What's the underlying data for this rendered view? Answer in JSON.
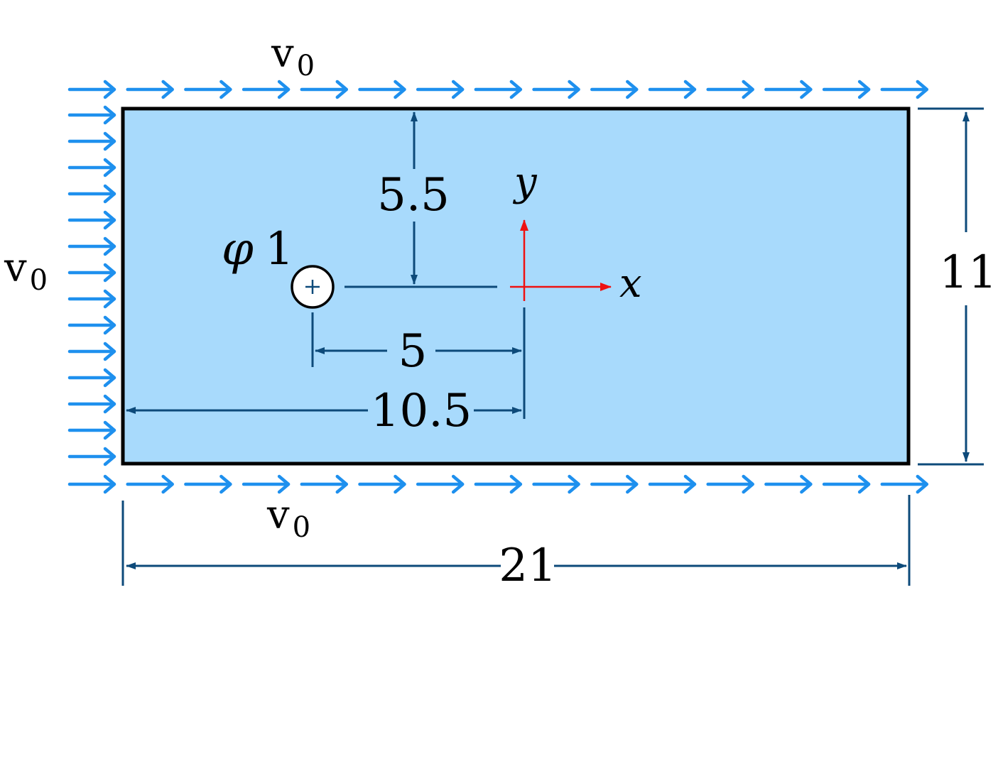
{
  "labels": {
    "inflow_top": {
      "main": "v",
      "sub": "0"
    },
    "inflow_left": {
      "main": "v",
      "sub": "0"
    },
    "inflow_bottom": {
      "main": "v",
      "sub": "0"
    },
    "cylinder_diameter": {
      "symbol": "φ",
      "value": "1"
    },
    "dim_top_to_center": "5.5",
    "dim_cyl_to_origin": "5",
    "dim_left_to_origin": "10.5",
    "dim_width": "21",
    "dim_height": "11",
    "axis_x": "x",
    "axis_y": "y"
  },
  "colors": {
    "fluid_fill": "#a8dafc",
    "domain_border": "#000000",
    "flow_arrows": "#1e90ee",
    "dimension_lines": "#0d4a7a",
    "axes": "#ee1111",
    "cylinder_fill": "#ffffff"
  }
}
